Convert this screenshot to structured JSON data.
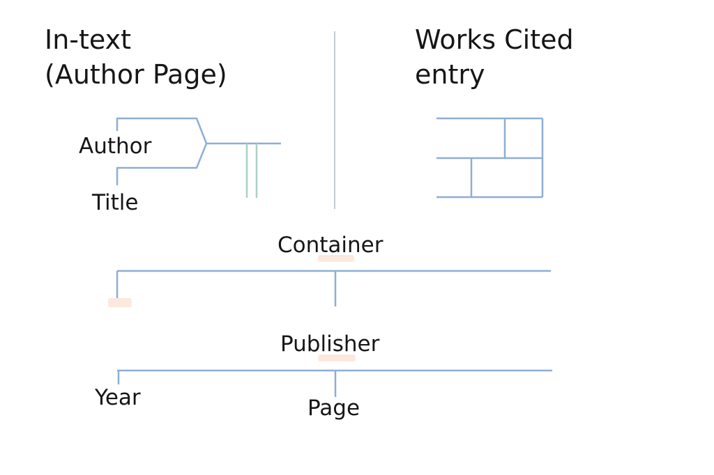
{
  "headings": {
    "in_text_line1": "In-text",
    "in_text_line2": "(Author Page)",
    "works_cited_line1": "Works Cited",
    "works_cited_line2": "entry"
  },
  "labels": {
    "author": "Author",
    "title": "Title",
    "container": "Container",
    "publisher": "Publisher",
    "year": "Year",
    "page": "Page"
  },
  "colors": {
    "line_blue": "#8eaed4",
    "line_green": "#a9d2c4",
    "divider_gray": "#c5c9d0",
    "highlight_peach": "#fbe9df",
    "text": "#161616"
  }
}
